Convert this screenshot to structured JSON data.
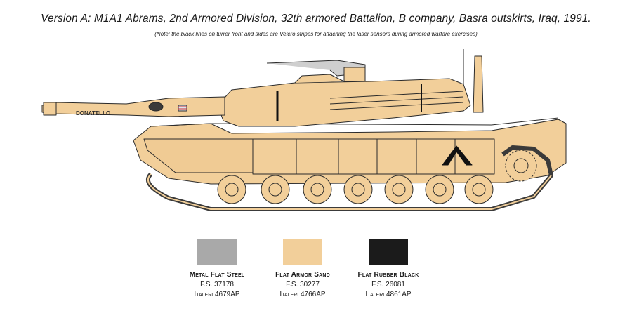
{
  "header": {
    "title": "Version A: M1A1 Abrams, 2nd Armored Division, 32th armored Battalion, B company, Basra outskirts, Iraq, 1991.",
    "note": "(Note: the black lines on turrer front and sides are Velcro stripes for attaching the laser sensors during armored warfare exercises)"
  },
  "tank": {
    "gun_name": "DONATELLO",
    "marking": "chevron",
    "color": "#f2cf9a"
  },
  "paints": [
    {
      "name": "Metal Flat Steel",
      "fs": "F.S. 37178",
      "code": "Italeri 4679AP",
      "color": "#a9a9a9"
    },
    {
      "name": "Flat Armor Sand",
      "fs": "F.S. 30277",
      "code": "Italeri 4766AP",
      "color": "#f2cf9a"
    },
    {
      "name": "Flat Rubber Black",
      "fs": "F.S. 26081",
      "code": "Italeri 4861AP",
      "color": "#1b1b1b"
    }
  ]
}
